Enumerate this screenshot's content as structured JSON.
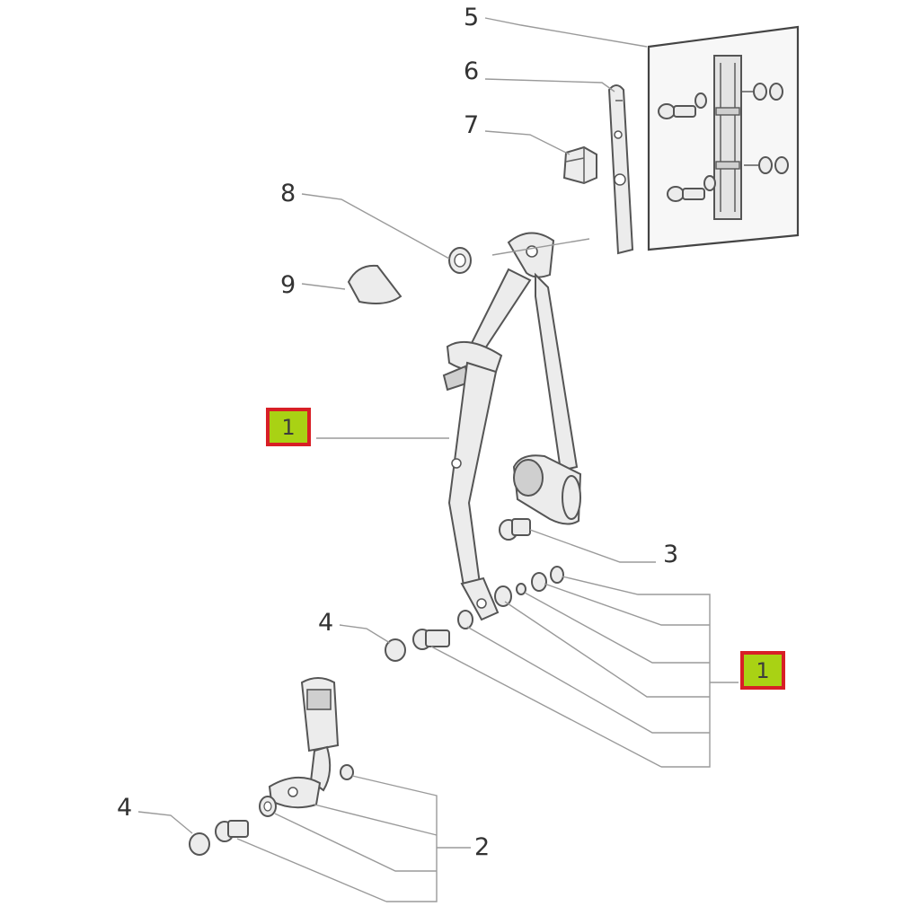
{
  "callouts": {
    "c5": "5",
    "c6": "6",
    "c7": "7",
    "c8": "8",
    "c9": "9",
    "c3": "3",
    "c4a": "4",
    "c4b": "4",
    "c2": "2"
  },
  "highlighted_callouts": {
    "left": "1",
    "right": "1"
  },
  "colors": {
    "highlight_fill": "#a9d214",
    "highlight_border": "#d81f26"
  }
}
